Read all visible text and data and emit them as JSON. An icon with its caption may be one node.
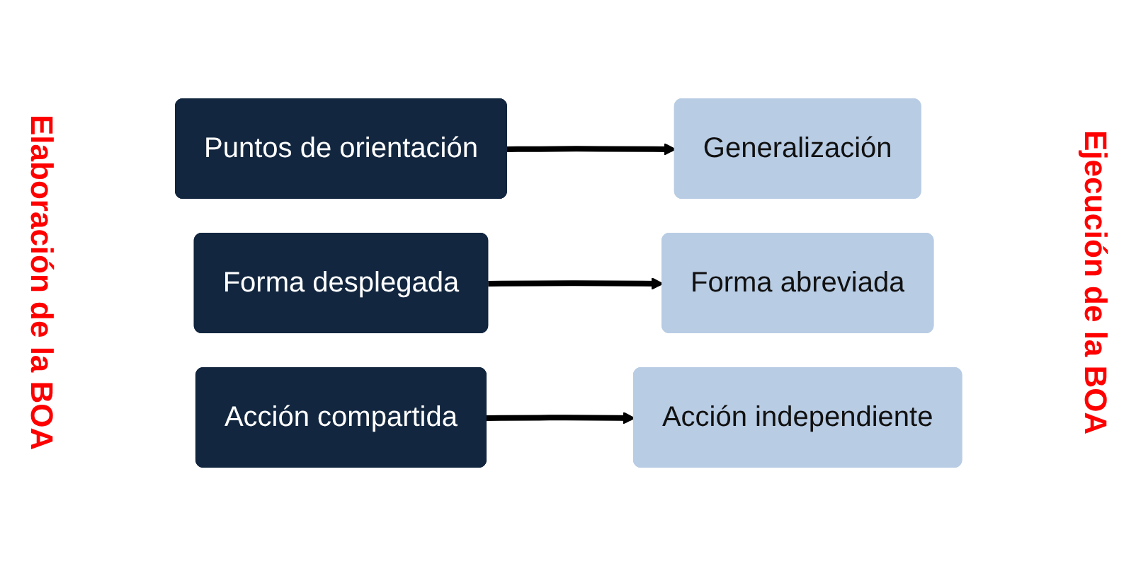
{
  "diagram": {
    "nodes": [
      {
        "text": [
          "Puntos de orientación"
        ]
      },
      {
        "text": [
          "Forma desplegada"
        ]
      },
      {
        "text": [
          "Acción compartida"
        ]
      },
      {
        "text": [
          "Generalización"
        ]
      },
      {
        "text": [
          "Forma abreviada"
        ]
      },
      {
        "text": [
          "Acción independiente"
        ]
      }
    ],
    "edges": [
      {
        "from": 0,
        "to": 3,
        "arrow": "to"
      },
      {
        "from": 1,
        "to": 4,
        "arrow": "to"
      },
      {
        "from": 2,
        "to": 5,
        "arrow": "to"
      }
    ],
    "labels": [
      "Elaboración de la BOA",
      "Ejecución de la BOA"
    ]
  }
}
